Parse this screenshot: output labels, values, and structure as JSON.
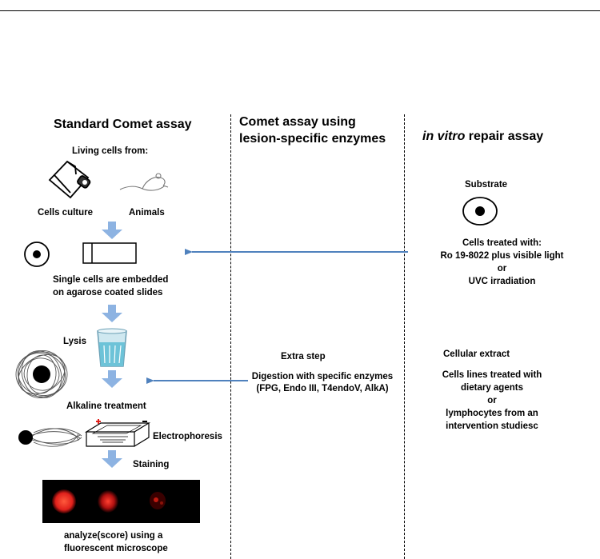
{
  "columns": {
    "standard": "Standard Comet assay",
    "enzymes_line1": "Comet assay using",
    "enzymes_line2": "lesion-specific enzymes",
    "repair_italic": "in vitro",
    "repair_rest": " repair assay"
  },
  "standard": {
    "living_cells": "Living cells from:",
    "cells_culture": "Cells culture",
    "animals": "Animals",
    "embedded_line1": "Single cells are embedded",
    "embedded_line2": "on agarose coated slides",
    "lysis": "Lysis",
    "alkaline": "Alkaline treatment",
    "electrophoresis": "Electrophoresis",
    "staining": "Staining",
    "analyze_line1": "analyze(score) using a",
    "analyze_line2": "fluorescent microscope"
  },
  "enzymes": {
    "extra_step": "Extra step",
    "digestion_line1": "Digestion with specific enzymes",
    "digestion_line2": "(FPG, Endo III, T4endoV, AlkA)"
  },
  "repair": {
    "substrate": "Substrate",
    "treated_line1": "Cells treated with:",
    "treated_line2": "Ro 19-8022 plus visible light",
    "treated_line3": "or",
    "treated_line4": "UVC irradiation",
    "cellular_extract": "Cellular extract",
    "extract_line1": "Cells lines treated with",
    "extract_line2": "dietary agents",
    "extract_line3": "or",
    "extract_line4": "lymphocytes from an",
    "extract_line5": "intervention studiesc"
  },
  "colors": {
    "arrow_blue": "#4f81bd",
    "step_arrow": "#8db3e2",
    "comet_red": "#e0201b"
  },
  "icons": [
    "cell-culture-flask-icon",
    "mouse-icon",
    "cell-nucleus-icon",
    "slide-icon",
    "lysis-beaker-icon",
    "comet-icon",
    "electrophoresis-tank-icon",
    "fluorescent-comets-image"
  ]
}
